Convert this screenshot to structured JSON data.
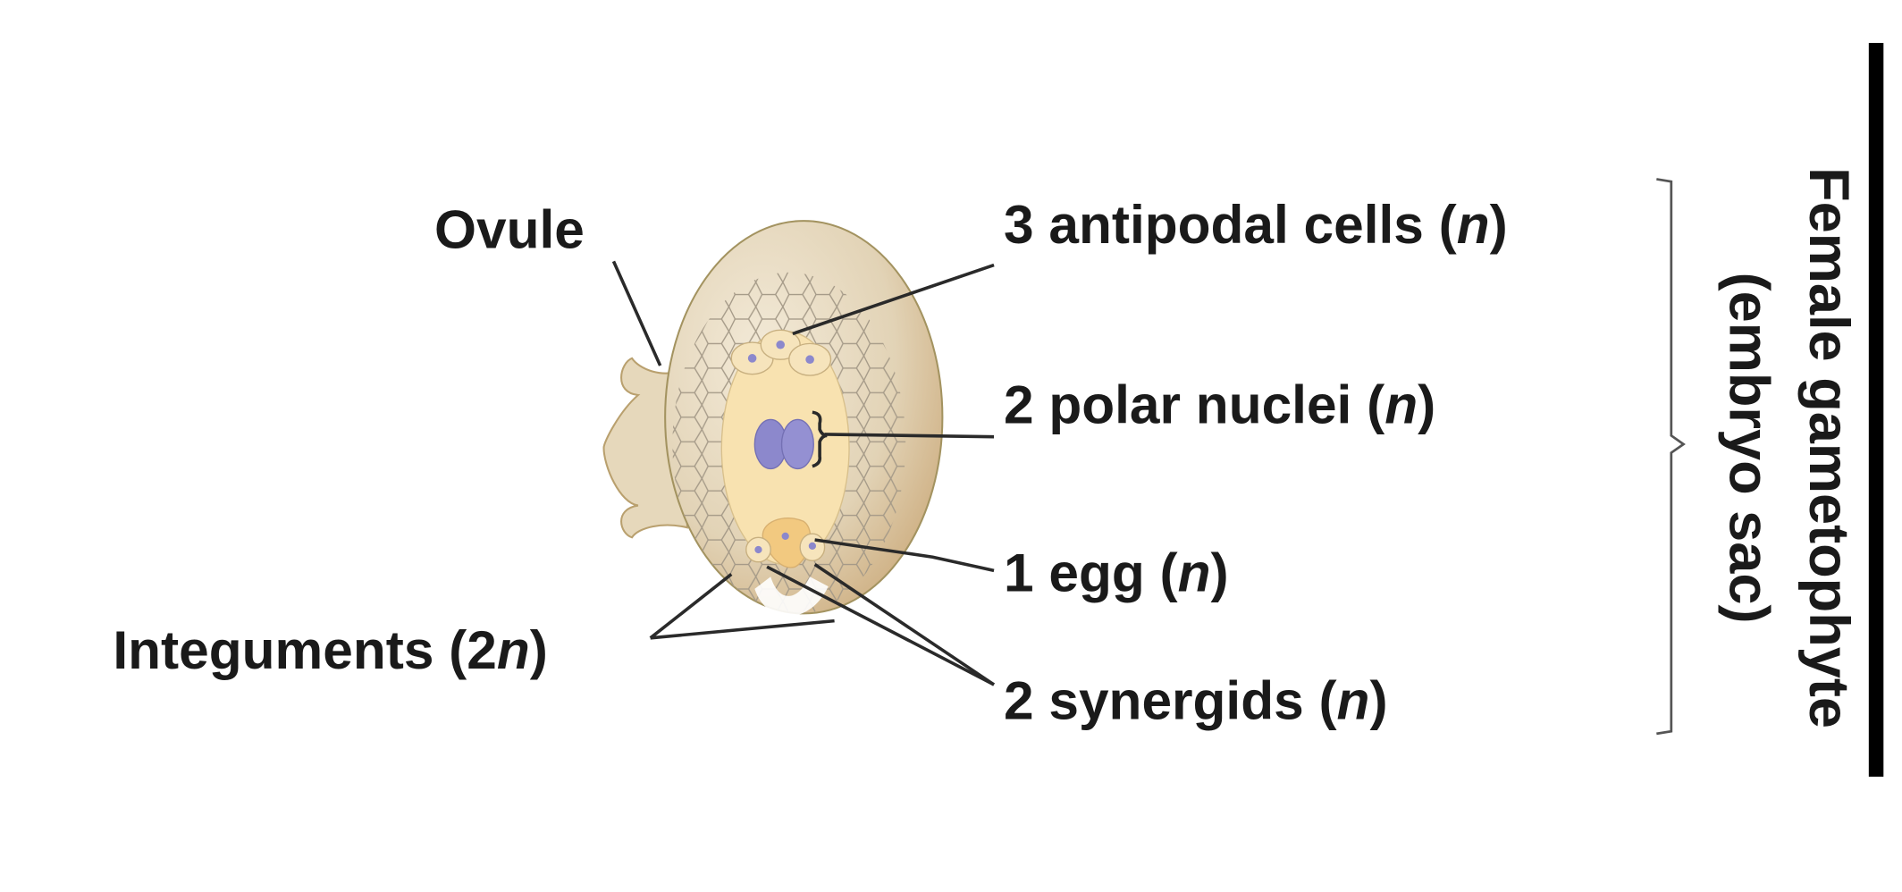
{
  "labels": {
    "ovule": "Ovule",
    "antipodal": {
      "text": "3 antipodal cells (",
      "italic": "n",
      "close": ")"
    },
    "polar": {
      "text": "2 polar nuclei (",
      "italic": "n",
      "close": ")"
    },
    "egg": {
      "text": "1 egg (",
      "italic": "n",
      "close": ")"
    },
    "synergids": {
      "text": "2 synergids (",
      "italic": "n",
      "close": ")"
    },
    "integuments": {
      "text": "Integuments (2",
      "italic": "n",
      "close": ")"
    },
    "gametophyte_line1": "Female gametophyte",
    "gametophyte_line2": "(embryo sac)"
  },
  "colors": {
    "ovule_fill": "#e2d3b6",
    "ovule_edge": "#c4a676",
    "embryo_sac": "#f8e2b0",
    "nuclei": "#8c88cc",
    "leader": "#2a2a2a"
  }
}
